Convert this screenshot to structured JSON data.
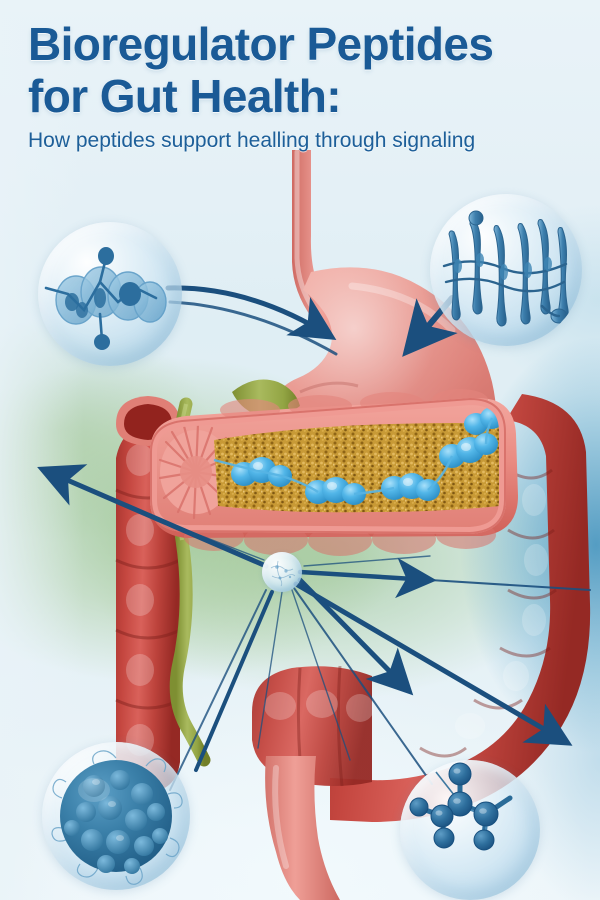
{
  "poster": {
    "title_line1": "Bioregulator Peptides",
    "title_line2": "for Gut Health:",
    "subtitle": "How peptides   support   healling through signaling",
    "title_color": "#1a5a96",
    "subtitle_color": "#1d5f99",
    "background_colors": {
      "top": "#e9f3f8",
      "center_green": "#8abA76",
      "right_blue": "#3b8eba",
      "bottom": "#eef6fa"
    }
  },
  "illustration": {
    "name": "digestive-system-cutaway",
    "organs": [
      {
        "name": "esophagus",
        "color": "#e8857c"
      },
      {
        "name": "stomach",
        "color": "#e2847c"
      },
      {
        "name": "duodenum-junction",
        "color": "#9aa83f"
      },
      {
        "name": "transverse-colon-cutaway",
        "color": "#d9736c"
      },
      {
        "name": "ascending-colon",
        "color": "#c0433d"
      },
      {
        "name": "descending-colon",
        "color": "#c0433d"
      },
      {
        "name": "sigmoid-colon",
        "color": "#d2574f"
      },
      {
        "name": "rectum",
        "color": "#e07b74"
      },
      {
        "name": "appendix-tube",
        "color": "#9aac4e"
      }
    ],
    "cutaway_contents": {
      "mucosa_villi_color": "#ef9a93",
      "chyme_granules_color": "#c9972f",
      "bacteria_colony_color": "#3fa8e0",
      "bacteria_colony_count": 6,
      "description": "colon cross-section showing villi, intestinal contents and probiotic bacterial colonies"
    }
  },
  "insets": [
    {
      "name": "peptide-chain",
      "position": "top-left",
      "icon": "peptide-chain-icon",
      "description": "translucent bioregulator peptide chain molecule",
      "accent_color": "#2c6e9e"
    },
    {
      "name": "amino-sequence",
      "position": "top-right",
      "icon": "amino-acid-sequence-icon",
      "description": "linked amino-acid residue sequence of a short peptide",
      "accent_color": "#2f6e9c"
    },
    {
      "name": "microbe-cell",
      "position": "bottom-left",
      "icon": "microbe-cell-icon",
      "description": "gut microbiome bacterial cell with surface receptors and flagella",
      "accent_color": "#2b6f9b"
    },
    {
      "name": "molecule",
      "position": "bottom-right",
      "icon": "molecule-ball-stick-icon",
      "description": "ball-and-stick signaling molecule structure",
      "accent_color": "#1f5d8c"
    }
  ],
  "signaling": {
    "hub_name": "signal-node",
    "hub_description": "central translucent signaling vesicle emitting peptide signals",
    "arrow_color": "#1b4f7e",
    "arrows": [
      {
        "name": "arrow-to-stomach",
        "direction": "down-right",
        "from": "amino-sequence-inset",
        "to": "stomach"
      },
      {
        "name": "arrow-peptide-to-stomach",
        "direction": "right",
        "from": "peptide-chain-inset",
        "to": "stomach-body"
      },
      {
        "name": "arrow-to-ascending-colon",
        "direction": "up-left",
        "from": "signal-node",
        "to": "ascending-colon"
      },
      {
        "name": "arrow-to-descending-colon",
        "direction": "right",
        "from": "signal-node",
        "to": "descending-colon"
      },
      {
        "name": "arrow-to-sigmoid",
        "direction": "down-right",
        "from": "signal-node",
        "to": "sigmoid-colon"
      },
      {
        "name": "arrow-to-lower-right",
        "direction": "down-right",
        "from": "signal-node",
        "to": "lower-bowel"
      },
      {
        "name": "arrow-to-microbe-inset",
        "direction": "down-left",
        "from": "signal-node",
        "to": "microbe-cell-inset"
      },
      {
        "name": "arrow-to-molecule-inset",
        "direction": "down-right",
        "from": "signal-node",
        "to": "molecule-inset"
      }
    ]
  }
}
